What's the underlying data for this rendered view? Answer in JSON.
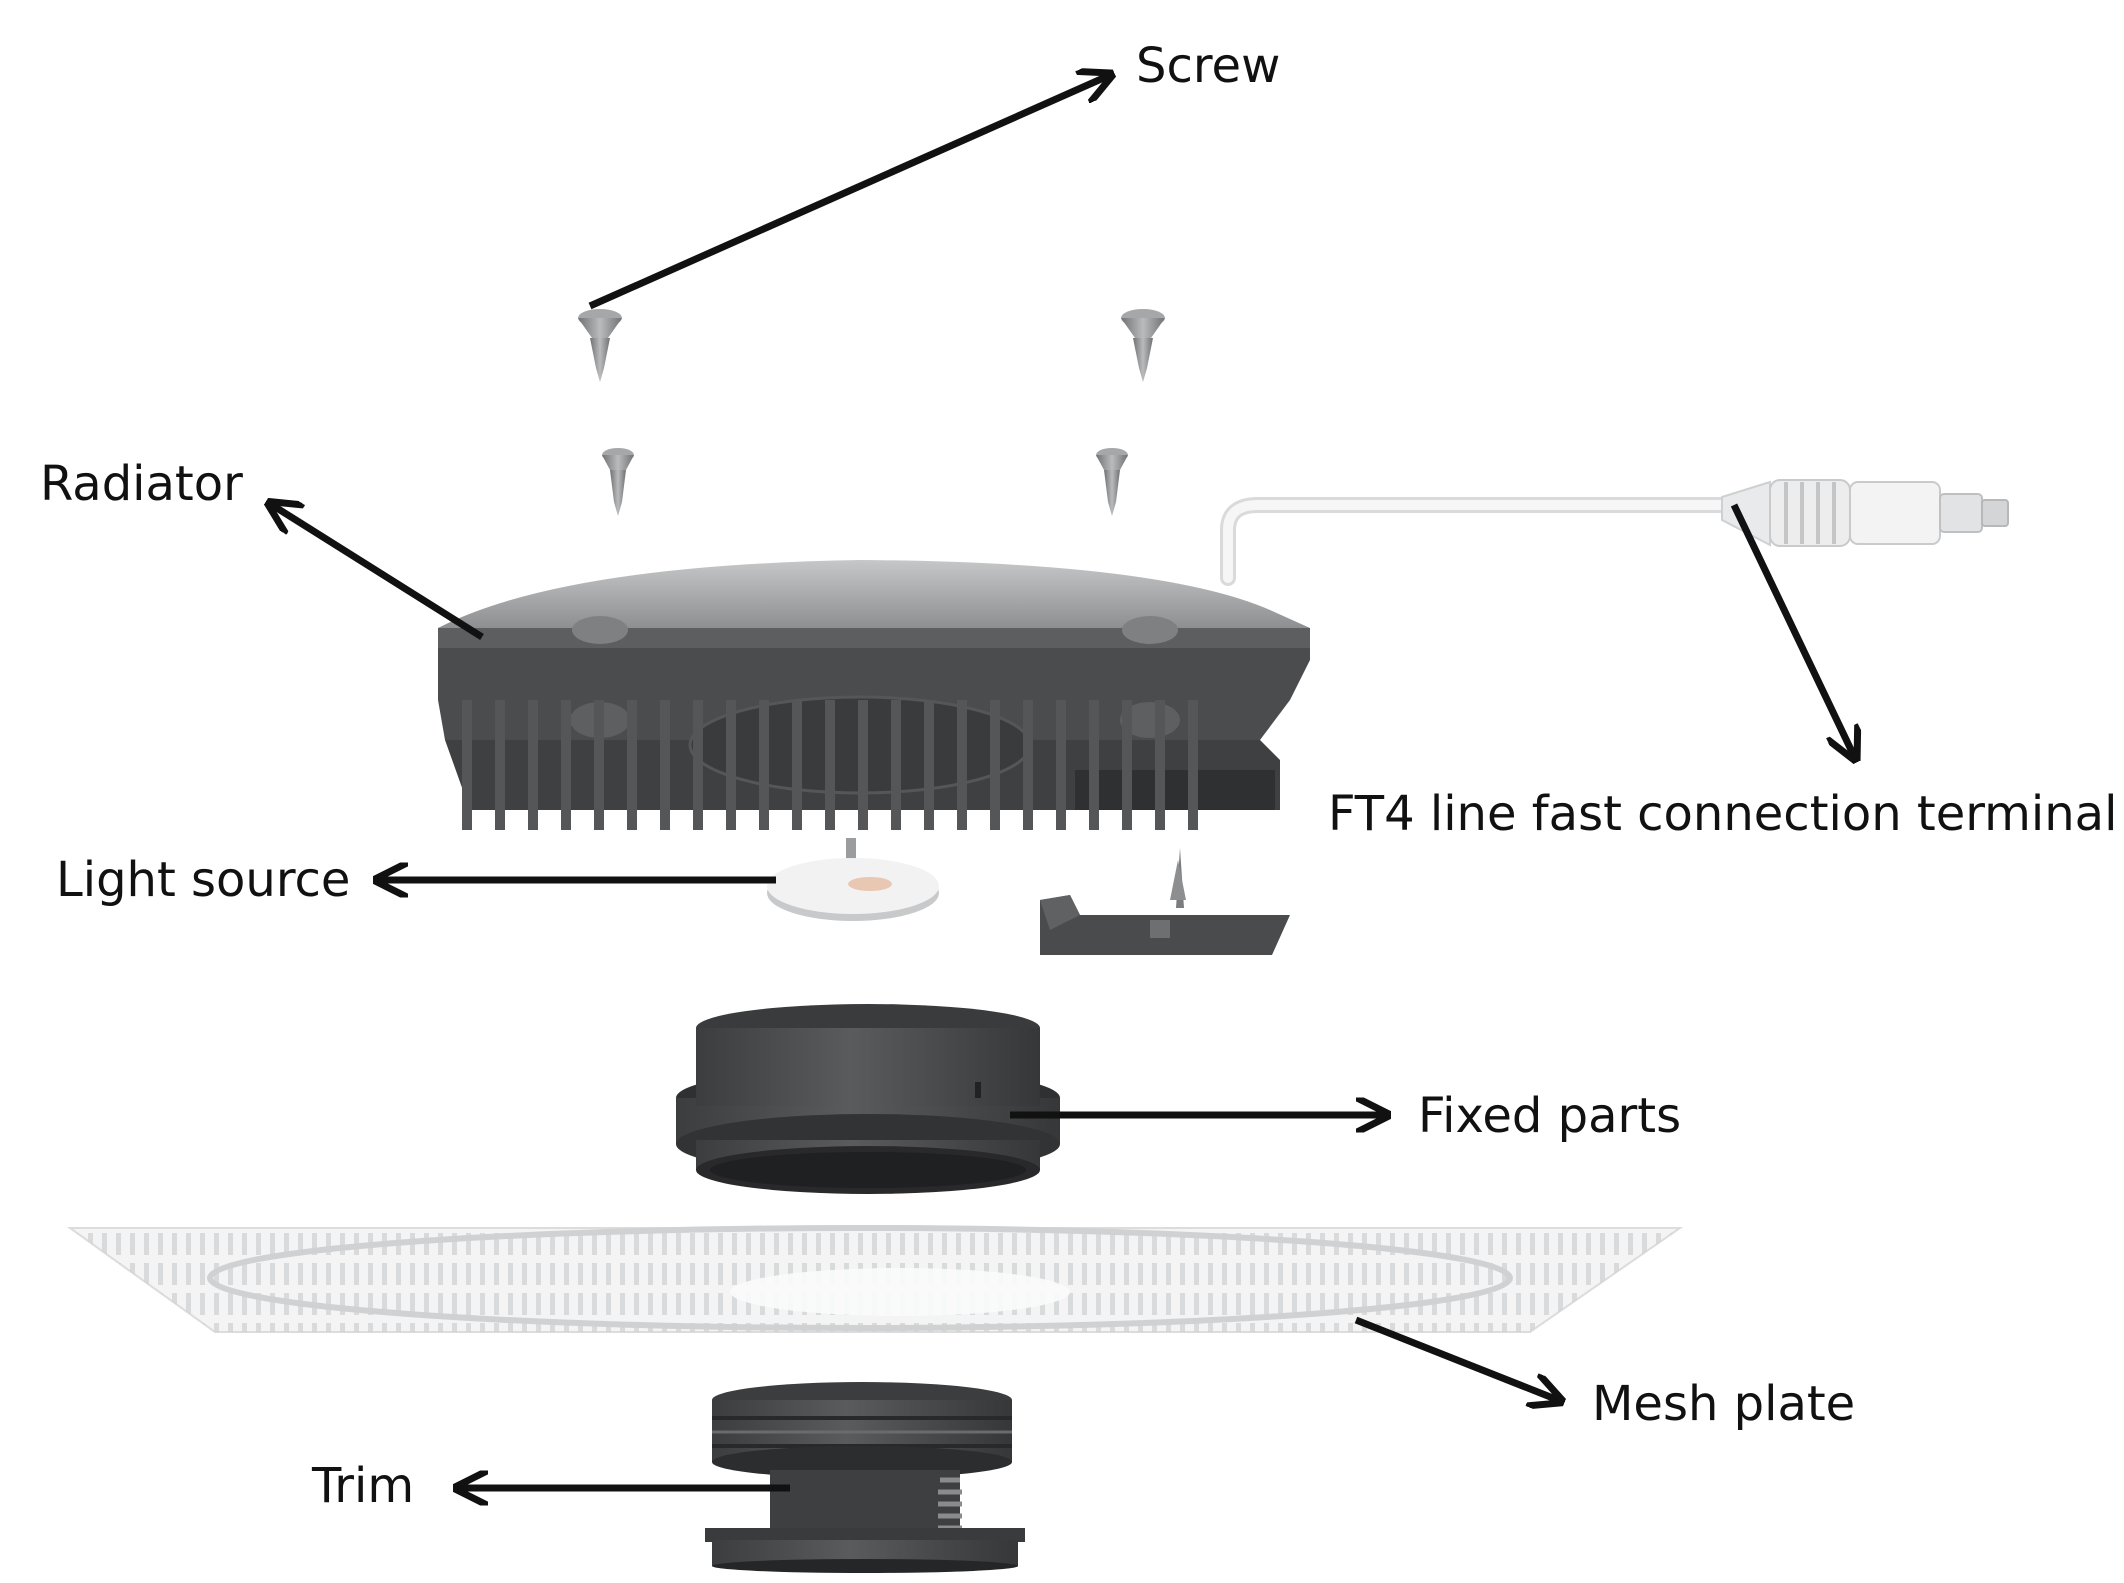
{
  "labels": {
    "screw": "Screw",
    "radiator": "Radiator",
    "ft4_terminal": "FT4 line fast connection terminal",
    "light_source": "Light source",
    "fixed_parts": "Fixed parts",
    "mesh_plate": "Mesh plate",
    "trim": "Trim"
  },
  "colors": {
    "arrow": "#111111",
    "housing_dark": "#4a4b4d",
    "housing_top": "#a8aaac",
    "mesh_plate": "#eeeeee",
    "cable": "#f1f1f1",
    "screw": "#8f9193"
  }
}
